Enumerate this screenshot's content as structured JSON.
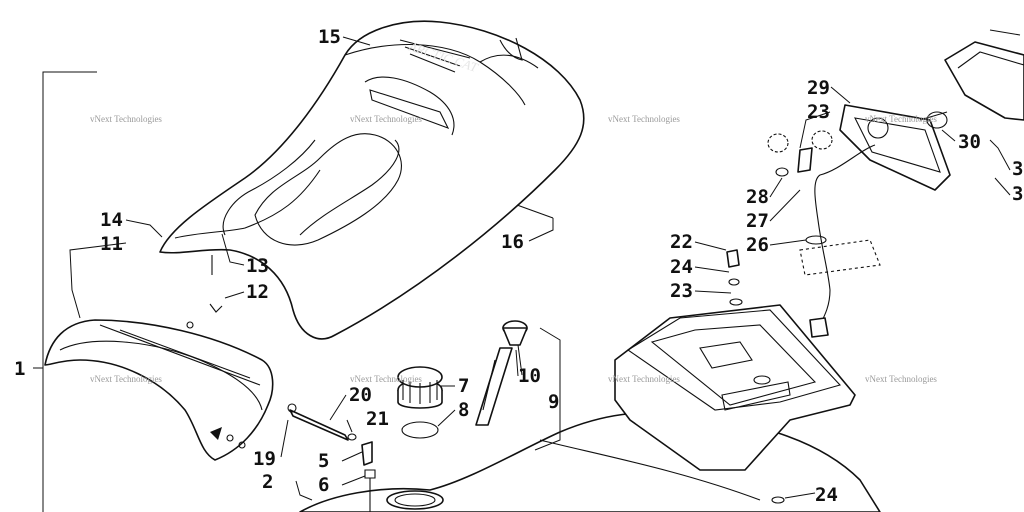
{
  "colors": {
    "line": "#111111",
    "watermark": "#9a9a9a",
    "background": "#ffffff"
  },
  "watermark_text": "vNext Technologies",
  "seal_text": "ARCTIC CAT",
  "callouts": {
    "c1": "1",
    "c2": "2",
    "c3a": "3",
    "c3b": "3",
    "c5": "5",
    "c6": "6",
    "c7": "7",
    "c8": "8",
    "c9": "9",
    "c10": "10",
    "c11": "11",
    "c12": "12",
    "c13": "13",
    "c14": "14",
    "c15": "15",
    "c16": "16",
    "c19": "19",
    "c20": "20",
    "c21": "21",
    "c22": "22",
    "c23a": "23",
    "c23b": "23",
    "c24a": "24",
    "c24b": "24",
    "c26": "26",
    "c27": "27",
    "c28": "28",
    "c29": "29",
    "c30": "30"
  }
}
